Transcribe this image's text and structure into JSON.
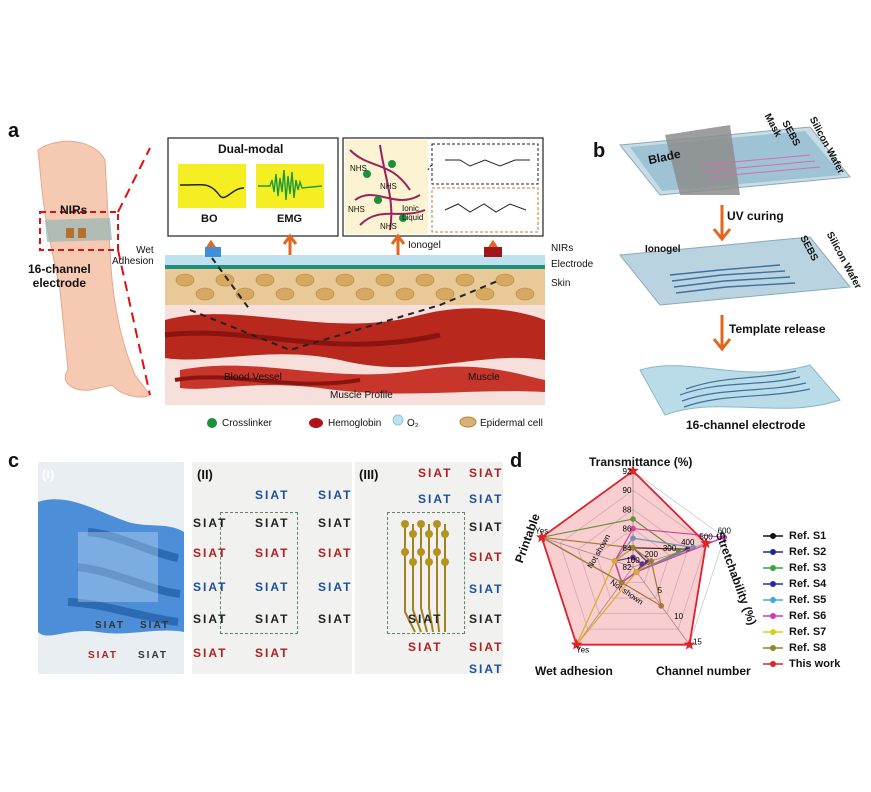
{
  "panels": {
    "a": "a",
    "b": "b",
    "c": "c",
    "d": "d"
  },
  "panel_a": {
    "arm_labels": {
      "nirs": "NIRs",
      "electrode": "16-channel\nelectrode"
    },
    "dual_modal_title": "Dual-modal",
    "bo_label": "BO",
    "emg_label": "EMG",
    "chem": {
      "nhs1": "NHS",
      "nhs2": "NHS",
      "nhs3": "NHS",
      "nhs4": "NHS",
      "ionic": "Ionic\nLiquid"
    },
    "ionogel": "Ionogel",
    "wet_adhesion": "Wet\nAdhesion",
    "right_labels": {
      "nirs": "NIRs",
      "electrode": "Electrode",
      "skin": "Skin"
    },
    "blood_vessel": "Blood Vessel",
    "muscle": "Muscle",
    "muscle_profile": "Muscle Profile",
    "legend": [
      "Crosslinker",
      "Hemoglobin",
      "O₂",
      "Epidermal cell"
    ],
    "legend_colors": [
      "#1e8f3a",
      "#b3121a",
      "#bde3f2",
      "#d9b27a"
    ]
  },
  "panel_b": {
    "layers": {
      "blade": "Blade",
      "mask": "Mask",
      "sebs": "SEBS",
      "silicon": "Silicon Wafer"
    },
    "step1": "UV curing",
    "ionogel": "Ionogel",
    "sebs2": "SEBS",
    "silicon2": "Silicon Wafer",
    "step2": "Template release",
    "result": "16-channel electrode"
  },
  "panel_c": {
    "sub_i": "(I)",
    "sub_ii": "(II)",
    "sub_iii": "(III)",
    "siat": "SIAT",
    "siat_spaced": "S I A T"
  },
  "panel_d": {
    "axes": [
      "Transmittance (%)",
      "Stretchability (%)",
      "Channel number",
      "Wet adhesion",
      "Printable"
    ],
    "transmittance_ticks": [
      "82",
      "84",
      "86",
      "88",
      "90",
      "92"
    ],
    "stretch_ticks": [
      "100",
      "200",
      "300",
      "400",
      "500",
      "600"
    ],
    "channel_ticks": [
      "5",
      "10",
      "15"
    ],
    "wet_labels": [
      "Not shown",
      "Yes"
    ],
    "printable_labels": [
      "Not shown",
      "Yes"
    ],
    "legend": [
      {
        "name": "Ref. S1",
        "color": "#111111",
        "marker": "square"
      },
      {
        "name": "Ref. S2",
        "color": "#1c2a8c",
        "marker": "circle"
      },
      {
        "name": "Ref. S3",
        "color": "#3aa63a",
        "marker": "triangle-up"
      },
      {
        "name": "Ref. S4",
        "color": "#2b2b9c",
        "marker": "triangle-down"
      },
      {
        "name": "Ref. S5",
        "color": "#4aa7d8",
        "marker": "diamond"
      },
      {
        "name": "Ref. S6",
        "color": "#c83fb4",
        "marker": "triangle-left"
      },
      {
        "name": "Ref. S7",
        "color": "#d7cf1a",
        "marker": "triangle-right"
      },
      {
        "name": "Ref. S8",
        "color": "#8a8a2a",
        "marker": "hexagon"
      },
      {
        "name": "This work",
        "color": "#e0202a",
        "marker": "star"
      }
    ]
  },
  "chart_data": {
    "type": "radar",
    "title": "",
    "axes": [
      "Transmittance (%)",
      "Stretchability (%)",
      "Channel number",
      "Wet adhesion",
      "Printable"
    ],
    "ranges": {
      "Transmittance (%)": [
        82,
        92
      ],
      "Stretchability (%)": [
        100,
        600
      ],
      "Channel number": [
        0,
        16
      ],
      "Wet adhesion": [
        "Not shown",
        "Yes"
      ],
      "Printable": [
        "Not shown",
        "Yes"
      ]
    },
    "series": [
      {
        "name": "Ref. S1",
        "values": [
          84,
          400,
          1,
          "Not shown",
          "Not shown"
        ]
      },
      {
        "name": "Ref. S2",
        "values": [
          84,
          180,
          1,
          "Not shown",
          "Not shown"
        ]
      },
      {
        "name": "Ref. S3",
        "values": [
          87,
          350,
          1,
          "Not shown",
          "Yes"
        ]
      },
      {
        "name": "Ref. S4",
        "values": [
          83,
          150,
          1,
          "Not shown",
          "Not shown"
        ]
      },
      {
        "name": "Ref. S5",
        "values": [
          85,
          430,
          1,
          "Not shown",
          "Not shown"
        ]
      },
      {
        "name": "Ref. S6",
        "values": [
          86,
          600,
          1,
          "Not shown",
          "Not shown"
        ]
      },
      {
        "name": "Ref. S7",
        "values": [
          84,
          200,
          1,
          "Yes",
          "Not shown"
        ]
      },
      {
        "name": "Ref. S8",
        "values": [
          84,
          200,
          8,
          "Not shown",
          "Yes"
        ]
      },
      {
        "name": "This work",
        "values": [
          92,
          500,
          16,
          "Yes",
          "Yes"
        ]
      }
    ]
  }
}
